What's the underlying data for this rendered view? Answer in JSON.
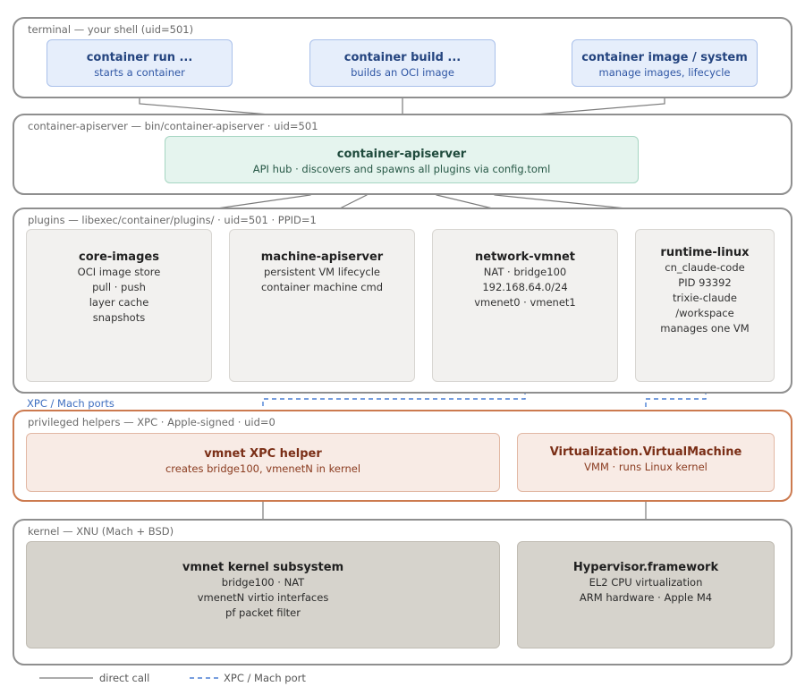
{
  "layers": {
    "terminal": {
      "label": "terminal — your shell (uid=501)"
    },
    "apiserver": {
      "label": "container-apiserver — bin/container-apiserver · uid=501"
    },
    "plugins": {
      "label": "plugins — libexec/container/plugins/ · uid=501 · PPID=1"
    },
    "helpers": {
      "label": "privileged helpers — XPC · Apple-signed · uid=0"
    },
    "kernel": {
      "label": "kernel — XNU (Mach + BSD)"
    }
  },
  "boxes": {
    "run": {
      "title": "container run ...",
      "lines": [
        "starts a container"
      ]
    },
    "build": {
      "title": "container build ...",
      "lines": [
        "builds an OCI image"
      ]
    },
    "image": {
      "title": "container image / system",
      "lines": [
        "manage images, lifecycle"
      ]
    },
    "apiserver": {
      "title": "container-apiserver",
      "lines": [
        "API hub · discovers and spawns all plugins via config.toml"
      ]
    },
    "core_images": {
      "title": "core-images",
      "lines": [
        "OCI image store",
        "pull · push",
        "layer cache",
        "snapshots"
      ]
    },
    "machine_apiserver": {
      "title": "machine-apiserver",
      "lines": [
        "persistent VM lifecycle",
        "container machine cmd"
      ]
    },
    "network_vmnet": {
      "title": "network-vmnet",
      "lines": [
        "NAT · bridge100",
        "192.168.64.0/24",
        "vmenet0 · vmenet1"
      ]
    },
    "runtime_linux": {
      "title": "runtime-linux",
      "lines": [
        "cn_claude-code",
        "PID 93392",
        "trixie-claude",
        "/workspace",
        "manages one VM"
      ]
    },
    "vmnet_xpc": {
      "title": "vmnet XPC helper",
      "lines": [
        "creates bridge100, vmenetN in kernel"
      ]
    },
    "virtualization": {
      "title": "Virtualization.VirtualMachine",
      "lines": [
        "VMM · runs Linux kernel"
      ]
    },
    "vmnet_kernel": {
      "title": "vmnet kernel subsystem",
      "lines": [
        "bridge100 · NAT",
        "vmenetN virtio interfaces",
        "pf packet filter"
      ]
    },
    "hypervisor": {
      "title": "Hypervisor.framework",
      "lines": [
        "EL2 CPU virtualization",
        "ARM hardware · Apple M4"
      ]
    }
  },
  "xpc_label": "XPC / Mach ports",
  "legend": {
    "direct": "direct call",
    "xpc": "XPC / Mach port"
  },
  "colors": {
    "direct": "#7a7a7a",
    "xpc": "#4a7fd4",
    "priv_border": "#cc7a4f"
  }
}
